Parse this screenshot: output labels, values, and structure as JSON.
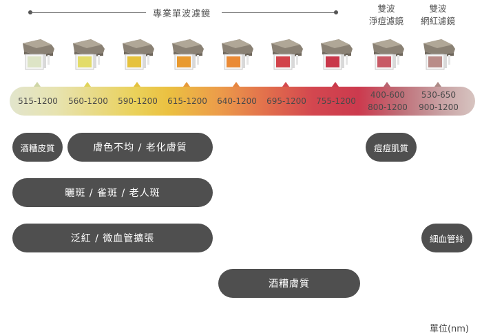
{
  "header": {
    "title": "專業單波濾鏡",
    "dual_1": [
      "雙波",
      "淨痘濾鏡"
    ],
    "dual_2": [
      "雙波",
      "網紅濾鏡"
    ]
  },
  "filters": [
    {
      "range": "515-1200",
      "color": "#dde4c6"
    },
    {
      "range": "560-1200",
      "color": "#e3dc6a"
    },
    {
      "range": "590-1200",
      "color": "#e6c23c"
    },
    {
      "range": "615-1200",
      "color": "#e99a2f"
    },
    {
      "range": "640-1200",
      "color": "#ea8a35"
    },
    {
      "range": "695-1200",
      "color": "#d2434b"
    },
    {
      "range": "755-1200",
      "color": "#c9374a"
    },
    {
      "range1": "400-600",
      "range2": "800-1200",
      "color": "#c85a66"
    },
    {
      "range1": "530-650",
      "range2": "900-1200",
      "color": "#b98c88"
    }
  ],
  "indications": {
    "acne_left": "酒糟皮質",
    "tone_aging": "膚色不均 / 老化膚質",
    "spots": "曬斑 / 雀斑 / 老人斑",
    "redness": "泛紅 / 微血管擴張",
    "rosacea": "酒糟膚質",
    "acne_right": "痘痘肌質",
    "capillary": "細血管絲"
  },
  "unit": "單位(nm)"
}
